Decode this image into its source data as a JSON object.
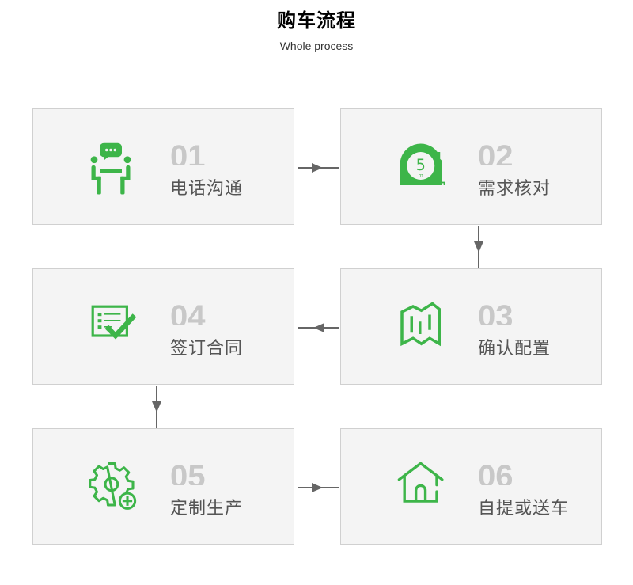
{
  "header": {
    "title": "购车流程",
    "subtitle": "Whole process"
  },
  "accent_color": "#3db549",
  "steps": [
    {
      "num": "01",
      "label": "电话沟通",
      "icon": "phone-meeting-icon"
    },
    {
      "num": "02",
      "label": "需求核对",
      "icon": "tape-measure-icon"
    },
    {
      "num": "03",
      "label": "确认配置",
      "icon": "map-icon"
    },
    {
      "num": "04",
      "label": "签订合同",
      "icon": "checklist-icon"
    },
    {
      "num": "05",
      "label": "定制生产",
      "icon": "gear-plus-icon"
    },
    {
      "num": "06",
      "label": "自提或送车",
      "icon": "house-icon"
    }
  ],
  "tape": {
    "value": "5",
    "unit": "m"
  }
}
